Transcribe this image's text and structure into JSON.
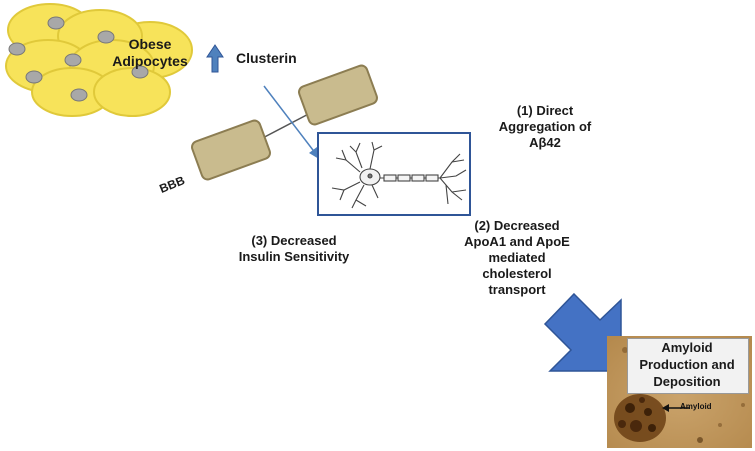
{
  "adipocytes": {
    "label_lines": [
      "Obese",
      "Adipocytes"
    ],
    "fill": "#f7e35a",
    "stroke": "#e0c93a",
    "nucleus": "#a8a8a8"
  },
  "clusterin": {
    "label": "Clusterin",
    "arrow_icon": "up-arrow-icon",
    "arrow_color": "#4f81bd"
  },
  "bbb": {
    "label": "BBB",
    "block_fill": "#c9bb8e",
    "block_stroke": "#8c7d52"
  },
  "neuron_box": {
    "icon": "neuron-icon",
    "border": "#2f5597"
  },
  "mechanisms": [
    {
      "lines": [
        "(1) Direct",
        "Aggregation of",
        "Aβ42"
      ]
    },
    {
      "lines": [
        "(2) Decreased",
        "ApoA1 and ApoE",
        "mediated",
        "cholesterol",
        "transport"
      ]
    },
    {
      "lines": [
        "(3) Decreased",
        "Insulin Sensitivity"
      ]
    }
  ],
  "outcome": {
    "title_lines": [
      "Amyloid",
      "Production and",
      "Deposition"
    ],
    "arrow_icon": "big-down-right-arrow-icon",
    "arrow_color": "#4472c4",
    "histology_label": "Amyloid"
  }
}
